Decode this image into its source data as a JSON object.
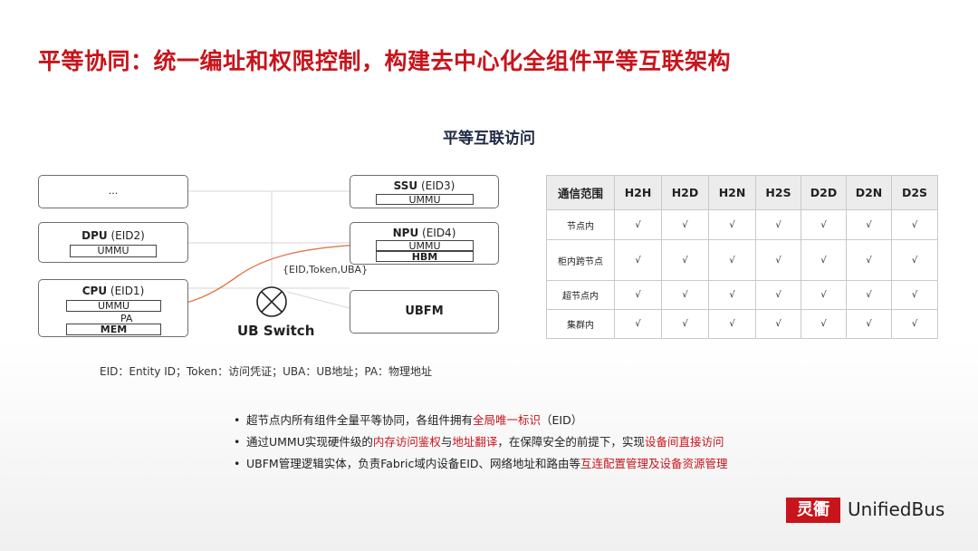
{
  "header": {
    "title": "平等协同：统一编址和权限控制，构建去中心化全组件平等互联架构",
    "subtitle": "平等互联访问"
  },
  "diagram": {
    "placeholder_box": "...",
    "dpu": {
      "name": "DPU",
      "eid": " (EID2)",
      "ummu": "UMMU"
    },
    "cpu": {
      "name": "CPU",
      "eid": " (EID1)",
      "ummu": "UMMU",
      "pa": "PA",
      "mem": "MEM"
    },
    "ssu": {
      "name": "SSU",
      "eid": " (EID3)",
      "ummu": "UMMU"
    },
    "npu": {
      "name": "NPU",
      "eid": " (EID4)",
      "ummu": "UMMU",
      "hbm": "HBM"
    },
    "ubfm": "UBFM",
    "switch_label": "UB Switch",
    "access_label": "{EID,Token,UBA}",
    "colors": {
      "access_path": "#e0784a",
      "brand": "#c8141b"
    }
  },
  "table": {
    "headers": [
      "通信范围",
      "H2H",
      "H2D",
      "H2N",
      "H2S",
      "D2D",
      "D2N",
      "D2S"
    ],
    "rows": [
      [
        "节点内",
        "√",
        "√",
        "√",
        "√",
        "√",
        "√",
        "√"
      ],
      [
        "柜内跨节点",
        "√",
        "√",
        "√",
        "√",
        "√",
        "√",
        "√"
      ],
      [
        "超节点内",
        "√",
        "√",
        "√",
        "√",
        "√",
        "√",
        "√"
      ],
      [
        "集群内",
        "√",
        "√",
        "√",
        "√",
        "√",
        "√",
        "√"
      ]
    ]
  },
  "legend": "EID：Entity ID；Token：访问凭证；UBA：UB地址；PA：物理地址",
  "bullets": {
    "b1": {
      "p1": "超节点内所有组件全量平等协同，各组件拥有",
      "h1": "全局唯一标识",
      "p2": "（EID）"
    },
    "b2": {
      "p1": "通过UMMU实现硬件级的",
      "h1": "内存访问鉴权",
      "p2": "与",
      "h2": "地址翻译",
      "p3": "，在保障安全的前提下，实现",
      "h3": "设备间直接访问"
    },
    "b3": {
      "p1": "UBFM管理逻辑实体，负责Fabric域内设备EID、网络地址和路由等",
      "h1": "互连配置管理及设备资源管理"
    }
  },
  "logo": {
    "mark": "灵衢",
    "text": "UnifiedBus"
  }
}
